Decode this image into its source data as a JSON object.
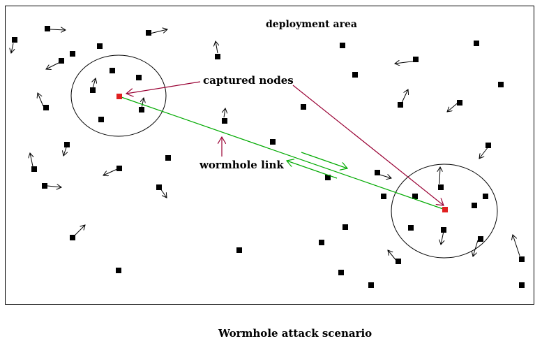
{
  "labels": {
    "area": "deployment area",
    "captured": "captured nodes",
    "wormhole": "wormhole link",
    "caption": "Wormhole attack scenario"
  },
  "colors": {
    "node": "#000000",
    "captured_node": "#e02020",
    "wormhole_link": "#00aa00",
    "annotation_arrow": "#990033",
    "border": "#000000"
  }
}
